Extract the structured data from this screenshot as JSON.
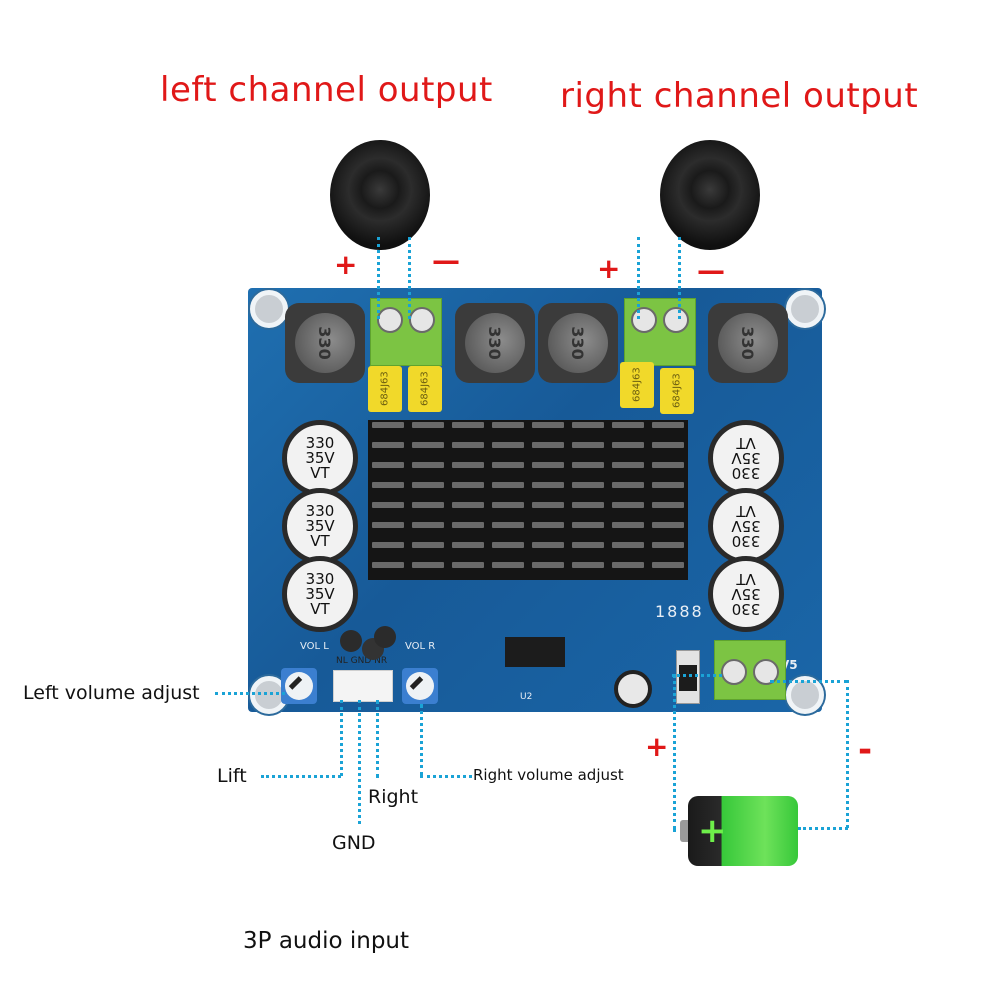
{
  "titles": {
    "left_output": "left channel output",
    "right_output": "right channel output"
  },
  "polarity": {
    "plus": "+",
    "minus": "—",
    "battery_plus": "+",
    "battery_minus": "-"
  },
  "labels": {
    "left_volume": "Left volume adjust",
    "right_volume": "Right volume adjust",
    "lift": "Lift",
    "right": "Right",
    "gnd": "GND",
    "audio_input": "3P audio input"
  },
  "board": {
    "inductor_marking": "330",
    "film_cap_marking": "684J63",
    "ecap_lines": [
      "330",
      "35V",
      "VT"
    ],
    "pot_left_label": "VOL L",
    "pot_right_label": "VOL R",
    "input_pins": "NL GND NR",
    "silk_1888": "1888",
    "power_label": "V5",
    "ic_label": "U2"
  },
  "colors": {
    "title_red": "#e01818",
    "wire_blue": "#1aa3d6",
    "pcb_blue": "#1a66a8",
    "terminal_green": "#7cc443",
    "battery_green": "#37c83a"
  }
}
